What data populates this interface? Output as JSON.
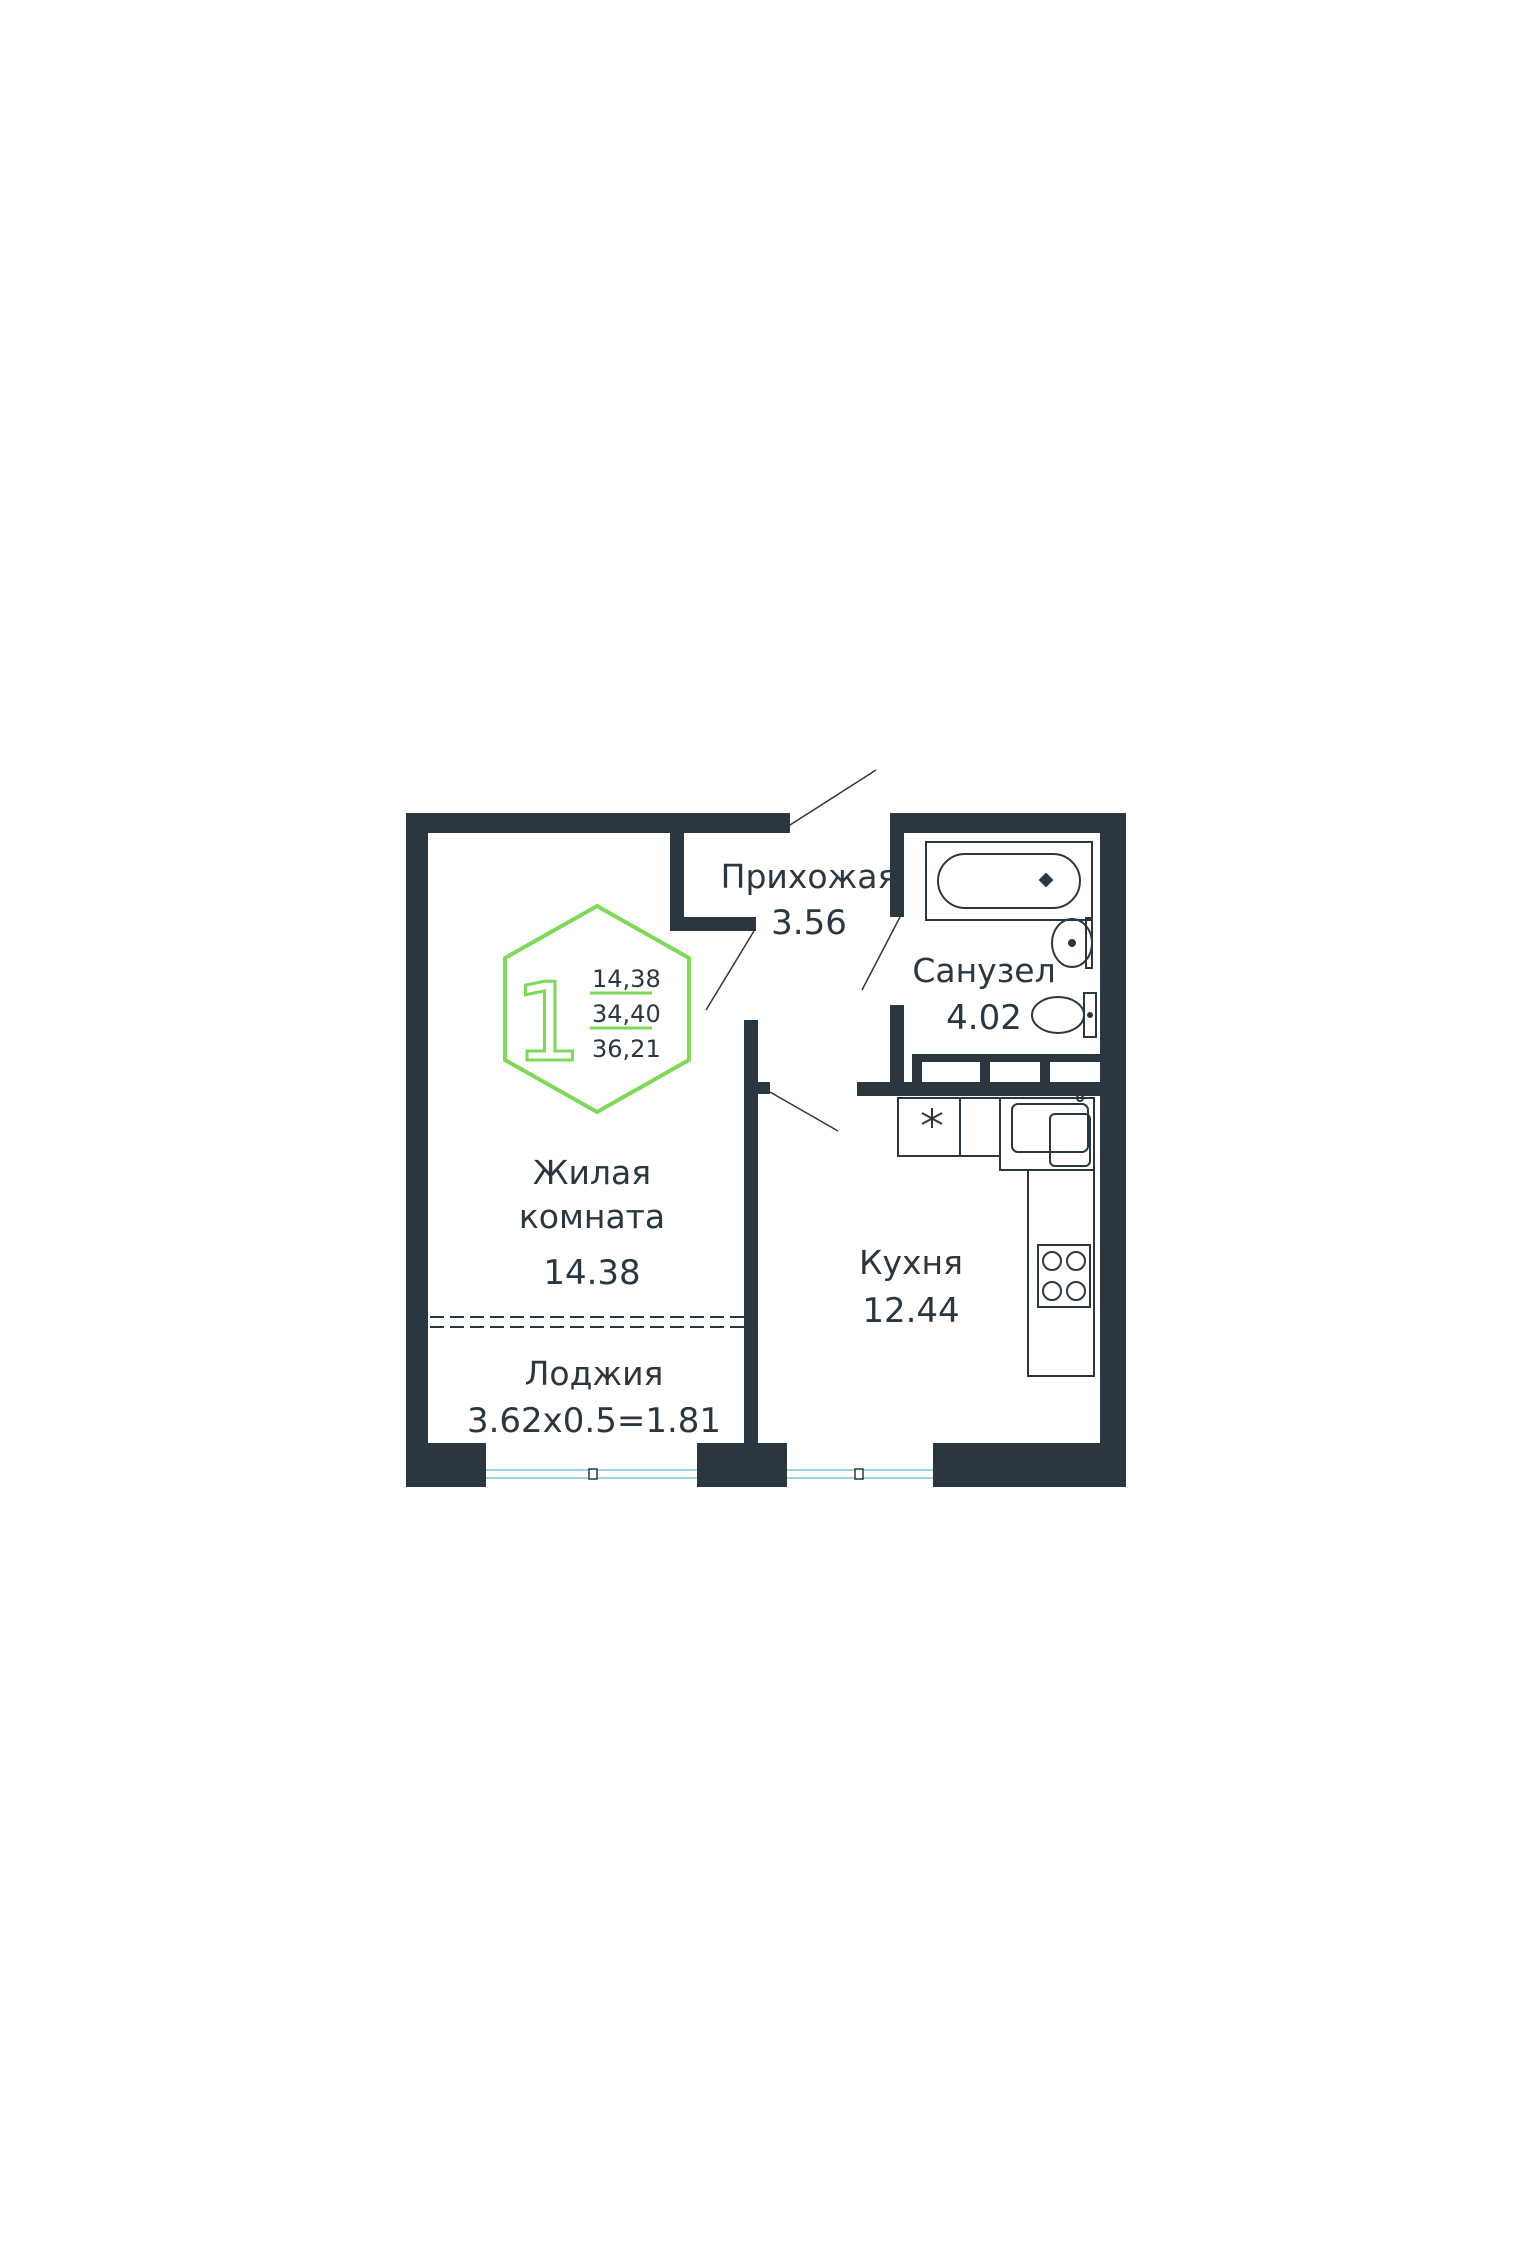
{
  "badge": {
    "rooms": "1",
    "living_area": "14,38",
    "total_area": "34,40",
    "total_with_loggia": "36,21"
  },
  "rooms": {
    "hallway": {
      "name": "Прихожая",
      "area": "3.56"
    },
    "bathroom": {
      "name": "Санузел",
      "area": "4.02"
    },
    "living": {
      "name_line1": "Жилая",
      "name_line2": "комната",
      "area": "14.38"
    },
    "kitchen": {
      "name": "Кухня",
      "area": "12.44"
    },
    "loggia": {
      "name": "Лоджия",
      "area": "3.62x0.5=1.81"
    }
  },
  "colors": {
    "wall": "#2b3740",
    "accent": "#7ed957",
    "window": "#9fd4e6",
    "fixture": "#2b3740"
  }
}
